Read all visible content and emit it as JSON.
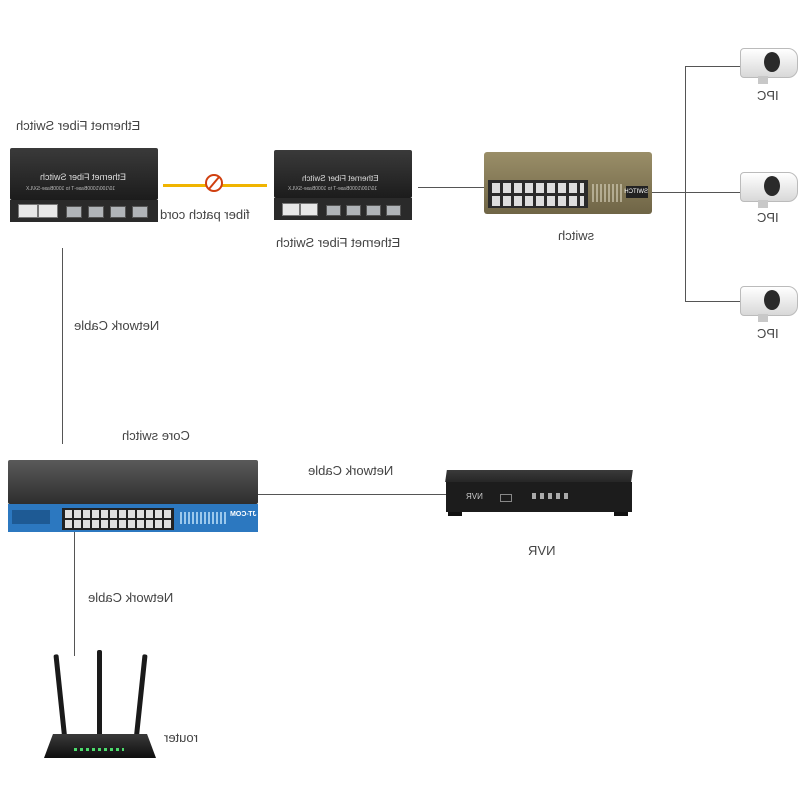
{
  "labels": {
    "fiber_switch_left": "Ethernet Fiber Switch",
    "fiber_switch_right": "Ethernet Fiber Switch",
    "fiber_patch_cord": "fiber patch cord",
    "switch": "switch",
    "ipc": "IPC",
    "network_cable": "Network Cable",
    "core_switch": "Core switch",
    "nvr": "NVR",
    "router": "router"
  },
  "device_text": {
    "fiber_panel_title": "Ethernet Fiber Switch",
    "fiber_panel_sub": "10/100/1000Base-T to 1000Base-SX/LX",
    "switch_badge": "SWITCH",
    "core_brand": "JT-COM",
    "nvr_brand": "NVR"
  },
  "colors": {
    "fiber_cord": "#f0b400",
    "fiber_icon": "#d04010",
    "cable": "#555555",
    "core_blue": "#2c78c0",
    "switch_gold": "#8a7e5a"
  }
}
